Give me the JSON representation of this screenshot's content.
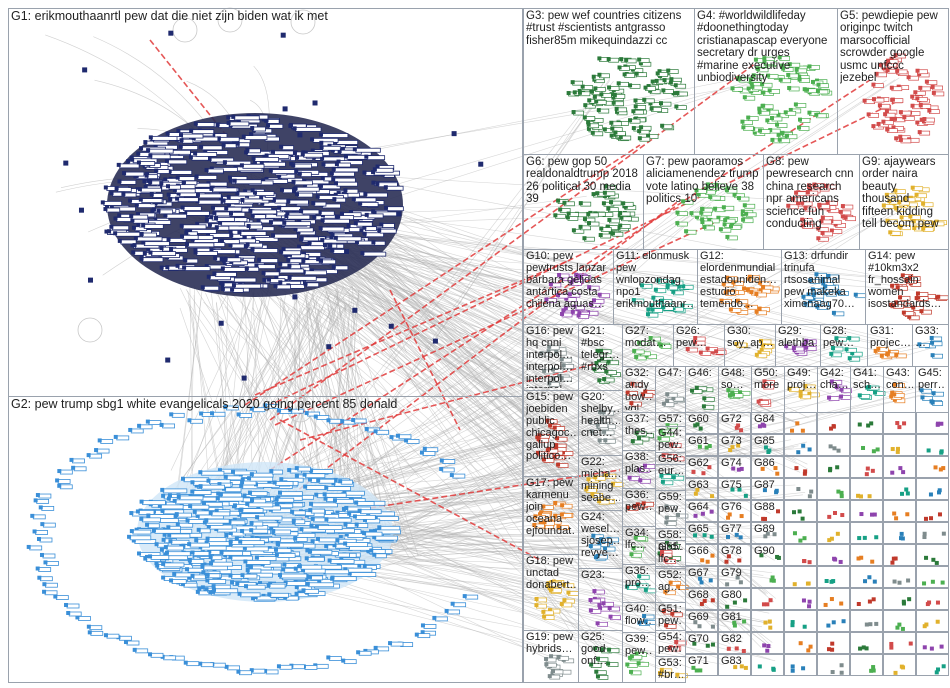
{
  "groups": [
    {
      "id": "G1",
      "label": "G1: erikmouthaanrtl pew dat die niet zijn biden wat ik met"
    },
    {
      "id": "G2",
      "label": "G2: pew trump sbg1 white evangelicals 2020 going percent 85 donald"
    },
    {
      "id": "G3",
      "label": "G3: pew wef countries citizens\n#trust #scientists antgrasso\nfisher85m mikequindazzi cc"
    },
    {
      "id": "G4",
      "label": "G4: #worldwildlifeday\n#doonethingtoday\ncristianapascap everyone\nsecretary dr urges\n#marine executive\nunbiodiversity"
    },
    {
      "id": "G5",
      "label": "G5: pewdiepie pew\noriginpc twitch\nmarsocofficial\nscrowder google\nusmc unfccc\njezebel"
    },
    {
      "id": "G6",
      "label": "G6: pew gop 50\nrealdonaldtrump 2018\n26 political 30 media\n39"
    },
    {
      "id": "G7",
      "label": "G7: pew paoramos\naliciamenendez trump\nvote latino believe 38\npolitics 10"
    },
    {
      "id": "G8",
      "label": "G8: pew\npewresearch cnn\nchina research\nnpr americans\nscience fun\nconducting"
    },
    {
      "id": "G9",
      "label": "G9: ajaywears\norder naira\nbeauty\nthousand\nfifteen kidding\ntell becom pew"
    },
    {
      "id": "G10",
      "label": "G10: pew\npewtrusts lanzar\nbárbara gélidas\nantártica costa\nchilena aguas…"
    },
    {
      "id": "G11",
      "label": "G11: elonmusk\npew\nwnlopzondag\nnpo1\nerikmouthaanr…"
    },
    {
      "id": "G12",
      "label": "G12:\nelordenmundial\nestadouniden…\nestudio\ntemendo…"
    },
    {
      "id": "G13",
      "label": "G13: drfundir\ntrinufa\nrtsosanimal\npew makeka\nximenaag70…"
    },
    {
      "id": "G14",
      "label": "G14: pew\n#10km3x2\nfr_hossain\nwomen\nisostandards…"
    },
    {
      "id": "G15",
      "label": "G15: pew\njoebiden\npublic\nchicagoc…\ngallup\npolitico…"
    },
    {
      "id": "G16",
      "label": "G16: pew\nhq cnni\ninterpol…\ninterpol…\ninterpol…\ninterpol…"
    },
    {
      "id": "G17",
      "label": "G17: pew\nkarmenu\njoin\noceana\nejfoundat…"
    },
    {
      "id": "G18",
      "label": "G18: pew\nunctad\ndonabert…"
    },
    {
      "id": "G19",
      "label": "G19: pew\nhybrids…"
    },
    {
      "id": "G20",
      "label": "G20:\nshelby…\nhealth…\ncnet…"
    },
    {
      "id": "G21",
      "label": "G21:\n#bsc\ntelegr…\n#rbxs"
    },
    {
      "id": "G22",
      "label": "G22:\nmicha…\nmining\nseabe…"
    },
    {
      "id": "G23",
      "label": "G23:"
    },
    {
      "id": "G24",
      "label": "G24:\nwesel…\nsjosep…\nrevye…"
    },
    {
      "id": "G25",
      "label": "G25:\ngood\nonf…"
    },
    {
      "id": "G26",
      "label": "G26:\npew…"
    },
    {
      "id": "G27",
      "label": "G27:\nmodat…"
    },
    {
      "id": "G28",
      "label": "G28:\npew…"
    },
    {
      "id": "G29",
      "label": "G29:\nalethba…"
    },
    {
      "id": "G30",
      "label": "G30:\nsoy_ap…"
    },
    {
      "id": "G31",
      "label": "G31:\nprojec…"
    },
    {
      "id": "G32",
      "label": "G32:\nandy\nuow…\nvgl…"
    },
    {
      "id": "G33",
      "label": "G33:\n…"
    },
    {
      "id": "G34",
      "label": "G34:\nlfc…"
    },
    {
      "id": "G35",
      "label": "G35:\npro…"
    },
    {
      "id": "G36",
      "label": "G36:\npew…"
    },
    {
      "id": "G37",
      "label": "G37:\nthes…"
    },
    {
      "id": "G38",
      "label": "G38:\nplas…"
    },
    {
      "id": "G39",
      "label": "G39:\npew…"
    },
    {
      "id": "G40",
      "label": "G40:\nflow…"
    },
    {
      "id": "G41",
      "label": "G41:\nsch…"
    },
    {
      "id": "G42",
      "label": "G42:\ncha…"
    },
    {
      "id": "G43",
      "label": "G43:\ncon…"
    },
    {
      "id": "G44",
      "label": "G44:\npew…"
    },
    {
      "id": "G45",
      "label": "G45:\nperr…"
    },
    {
      "id": "G46",
      "label": "G46:"
    },
    {
      "id": "G47",
      "label": "G47:"
    },
    {
      "id": "G48",
      "label": "G48:\nso…"
    },
    {
      "id": "G49",
      "label": "G49:\nproj…"
    },
    {
      "id": "G50",
      "label": "G50:\nmore"
    },
    {
      "id": "G51",
      "label": "G51:\npew…"
    },
    {
      "id": "G52",
      "label": "G52:\nag…"
    },
    {
      "id": "G53",
      "label": "G53:\n#br…"
    },
    {
      "id": "G54",
      "label": "G54:\npew…"
    },
    {
      "id": "G55",
      "label": "G55:\nlfc…"
    },
    {
      "id": "G56",
      "label": "G56:\neur…"
    },
    {
      "id": "G57",
      "label": "G57:"
    },
    {
      "id": "G58",
      "label": "G58:\naird…"
    },
    {
      "id": "G59",
      "label": "G59:\npew…"
    }
  ],
  "overflow_labels": [
    "G60",
    "G61",
    "G62",
    "G63",
    "G64",
    "G65",
    "G66",
    "G67",
    "G68",
    "G69",
    "G70",
    "G71",
    "G72",
    "G73",
    "G74",
    "G75",
    "G76",
    "G77",
    "G78",
    "G79",
    "G80",
    "G81",
    "G82",
    "G83",
    "G84",
    "G85",
    "G86",
    "G87",
    "G88",
    "G89",
    "G90"
  ],
  "edge_colors": {
    "main": "#b0b0b0",
    "highlight": "#e03a3a",
    "frame": "#9aa2ad"
  },
  "node_colors": {
    "g1": "#1f2a6e",
    "g2": "#3a8fd8",
    "g3": "#2b7a3a",
    "g4": "#4caf50",
    "g5": "#d24b4b",
    "misc": [
      "#e1b12c",
      "#8e44ad",
      "#16a085",
      "#e67e22",
      "#2980b9",
      "#c0392b",
      "#7f8c8d"
    ]
  }
}
